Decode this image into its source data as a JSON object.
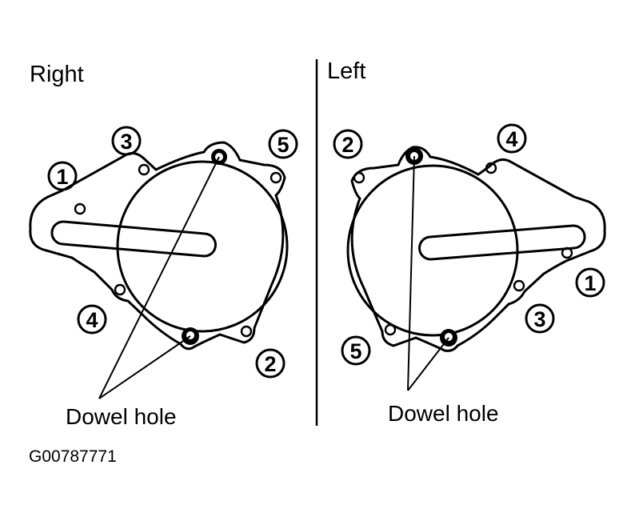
{
  "diagram": {
    "right_title": "Right",
    "left_title": "Left",
    "dowel_label_right": "Dowel hole",
    "dowel_label_left": "Dowel hole",
    "figure_id": "G00787771",
    "right_numbers": [
      "1",
      "2",
      "3",
      "4",
      "5"
    ],
    "left_numbers": [
      "1",
      "2",
      "3",
      "4",
      "5"
    ]
  }
}
